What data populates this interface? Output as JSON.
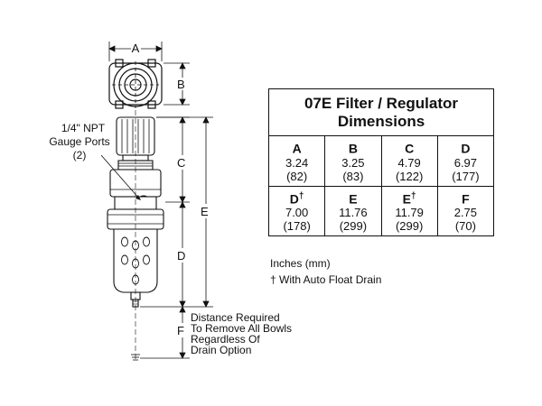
{
  "table": {
    "title_line1": "07E Filter /  Regulator",
    "title_line2": "Dimensions",
    "rows": [
      [
        {
          "label": "A",
          "dagger": "",
          "inches": "3.24",
          "mm": "(82)"
        },
        {
          "label": "B",
          "dagger": "",
          "inches": "3.25",
          "mm": "(83)"
        },
        {
          "label": "C",
          "dagger": "",
          "inches": "4.79",
          "mm": "(122)"
        },
        {
          "label": "D",
          "dagger": "",
          "inches": "6.97",
          "mm": "(177)"
        }
      ],
      [
        {
          "label": "D",
          "dagger": "†",
          "inches": "7.00",
          "mm": "(178)"
        },
        {
          "label": "E",
          "dagger": "",
          "inches": "11.76",
          "mm": "(299)"
        },
        {
          "label": "E",
          "dagger": "†",
          "inches": "11.79",
          "mm": "(299)"
        },
        {
          "label": "F",
          "dagger": "",
          "inches": "2.75",
          "mm": "(70)"
        }
      ]
    ]
  },
  "notes": {
    "units": "Inches (mm)",
    "dagger_note": "† With Auto Float Drain"
  },
  "drawing": {
    "dim_labels": {
      "a": "A",
      "b": "B",
      "c": "C",
      "d": "D",
      "e": "E",
      "f": "F"
    },
    "gauge_label": [
      "1/4\" NPT",
      "Gauge Ports",
      "(2)"
    ],
    "drain_note": [
      "Distance Required",
      "To Remove All Bowls",
      "Regardless Of",
      "Drain Option"
    ]
  }
}
